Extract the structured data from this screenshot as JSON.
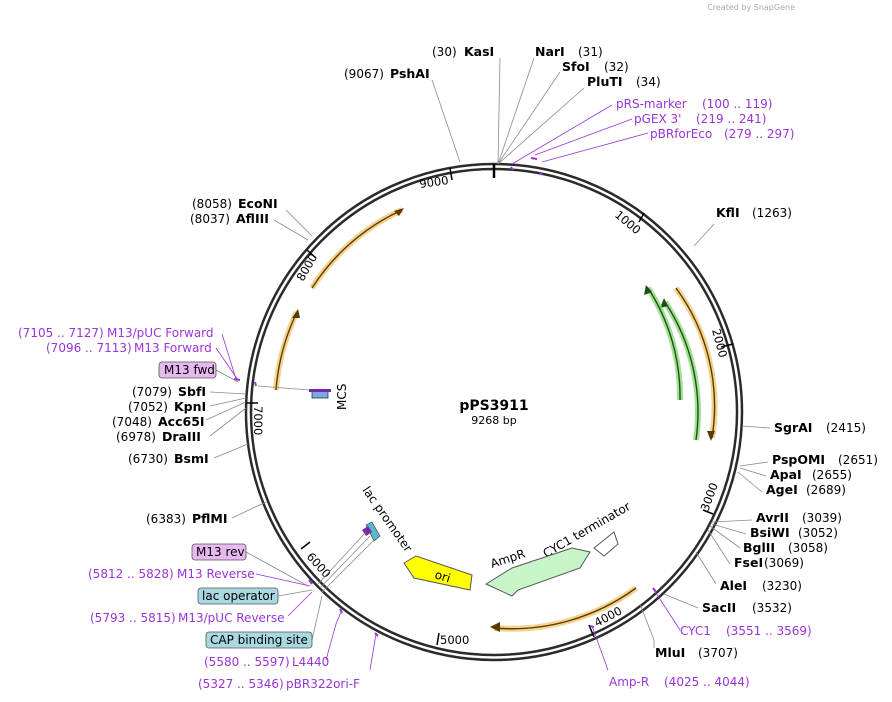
{
  "watermark": "Created by SnapGene",
  "plasmid": {
    "name": "pPS3911",
    "size_label": "9268 bp"
  },
  "ticks": [
    "1000",
    "2000",
    "3000",
    "4000",
    "5000",
    "6000",
    "7000",
    "8000",
    "9000"
  ],
  "sites": [
    {
      "name": "KasI",
      "pos": "(30)"
    },
    {
      "name": "NarI",
      "pos": "(31)"
    },
    {
      "name": "SfoI",
      "pos": "(32)"
    },
    {
      "name": "PluTI",
      "pos": "(34)"
    },
    {
      "name": "PshAI",
      "pos": "(9067)"
    },
    {
      "name": "EcoNI",
      "pos": "(8058)"
    },
    {
      "name": "AflIII",
      "pos": "(8037)"
    },
    {
      "name": "KflI",
      "pos": "(1263)"
    },
    {
      "name": "SgrAI",
      "pos": "(2415)"
    },
    {
      "name": "PspOMI",
      "pos": "(2651)"
    },
    {
      "name": "ApaI",
      "pos": "(2655)"
    },
    {
      "name": "AgeI",
      "pos": "(2689)"
    },
    {
      "name": "AvrII",
      "pos": "(3039)"
    },
    {
      "name": "BsiWI",
      "pos": "(3052)"
    },
    {
      "name": "BglII",
      "pos": "(3058)"
    },
    {
      "name": "FseI",
      "pos": "(3069)"
    },
    {
      "name": "AleI",
      "pos": "(3230)"
    },
    {
      "name": "SacII",
      "pos": "(3532)"
    },
    {
      "name": "MluI",
      "pos": "(3707)"
    },
    {
      "name": "SbfI",
      "pos": "(7079)"
    },
    {
      "name": "KpnI",
      "pos": "(7052)"
    },
    {
      "name": "Acc65I",
      "pos": "(7048)"
    },
    {
      "name": "DraIII",
      "pos": "(6978)"
    },
    {
      "name": "BsmI",
      "pos": "(6730)"
    },
    {
      "name": "PflMI",
      "pos": "(6383)"
    }
  ],
  "primers": [
    {
      "name": "pRS-marker",
      "range": "(100 .. 119)"
    },
    {
      "name": "pGEX 3'",
      "range": "(219 .. 241)"
    },
    {
      "name": "pBRforEco",
      "range": "(279 .. 297)"
    },
    {
      "name": "M13/pUC Forward",
      "range": "(7105 .. 7127)"
    },
    {
      "name": "M13 Forward",
      "range": "(7096 .. 7113)"
    },
    {
      "name": "M13 Reverse",
      "range": "(5812 .. 5828)"
    },
    {
      "name": "M13/pUC Reverse",
      "range": "(5793 .. 5815)"
    },
    {
      "name": "L4440",
      "range": "(5580 .. 5597)"
    },
    {
      "name": "pBR322ori-F",
      "range": "(5327 .. 5346)"
    },
    {
      "name": "CYC1",
      "range": "(3551 .. 3569)"
    },
    {
      "name": "Amp-R",
      "range": "(4025 .. 4044)"
    }
  ],
  "boxed_features": {
    "m13_fwd": "M13 fwd",
    "m13_rev": "M13 rev",
    "lac_operator": "lac operator",
    "cap_site": "CAP binding site"
  },
  "features": {
    "mcs": "MCS",
    "lac_promoter": "lac promoter",
    "cyc1_terminator": "CYC1 terminator",
    "ampr": "AmpR",
    "ori": "ori"
  },
  "colors": {
    "backbone": "#333333",
    "orf_orange": "#f0a830",
    "orf_green": "#7bd36a",
    "primer": "#9b34d6",
    "ori_yellow": "#ffff00",
    "ampr_green": "#c8f5c8",
    "box_purple": "#e8b8f0",
    "box_teal": "#a8d8e0"
  }
}
